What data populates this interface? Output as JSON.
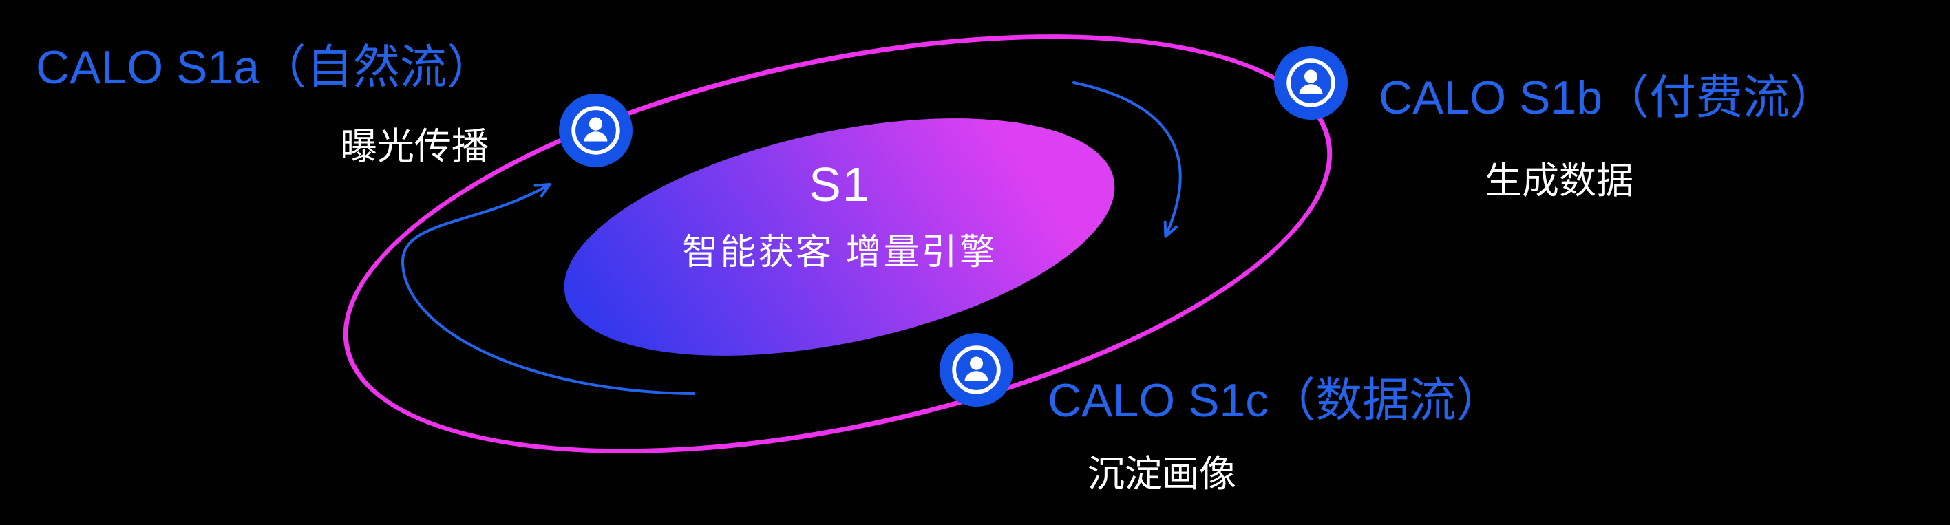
{
  "colors": {
    "background": "#000000",
    "orbit_ring": "#ee33ee",
    "core_gradient_start": "#3238ec",
    "core_gradient_end": "#dd3ff2",
    "node_fill": "#1553e8",
    "heading_blue": "#2563eb",
    "arrow_blue": "#2464eb",
    "body_white": "#ffffff"
  },
  "core": {
    "title": "S1",
    "subtitle": "智能获客  增量引擎"
  },
  "nodes": {
    "s1a": {
      "title": "CALO S1a（自然流）",
      "subtitle": "曝光传播"
    },
    "s1b": {
      "title": "CALO S1b（付费流）",
      "subtitle": "生成数据"
    },
    "s1c": {
      "title": "CALO S1c（数据流）",
      "subtitle": "沉淀画像"
    }
  }
}
